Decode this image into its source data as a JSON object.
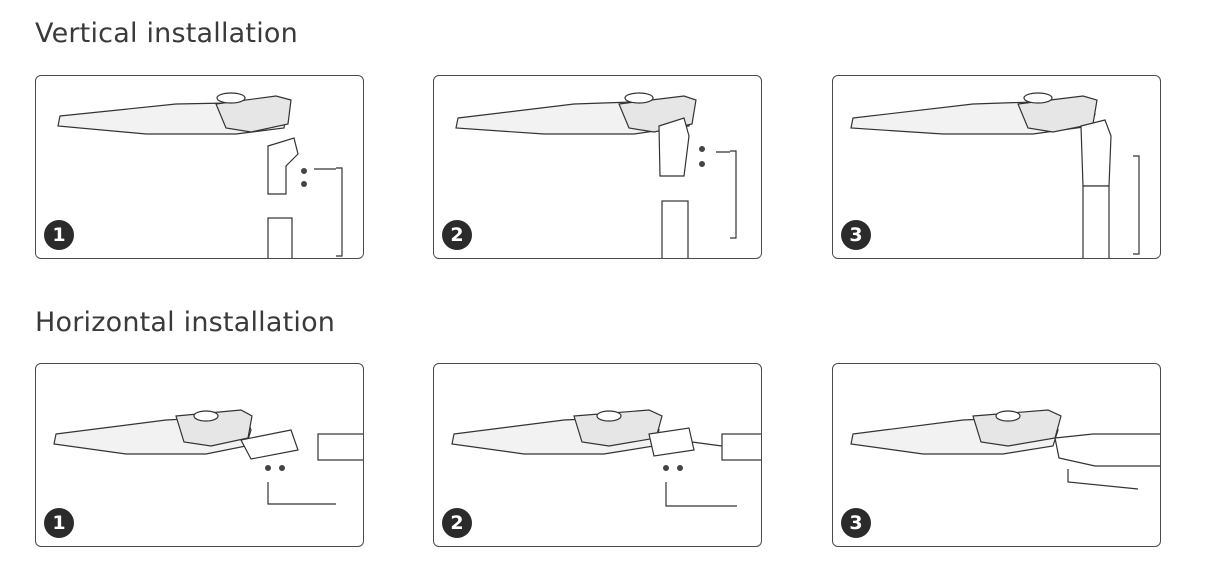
{
  "sections": [
    {
      "title": "Vertical installation",
      "steps": [
        {
          "number": "1"
        },
        {
          "number": "2"
        },
        {
          "number": "3"
        }
      ]
    },
    {
      "title": "Horizontal installation",
      "steps": [
        {
          "number": "1"
        },
        {
          "number": "2"
        },
        {
          "number": "3"
        }
      ]
    }
  ],
  "colors": {
    "line": "#333333",
    "light_fill": "#eeeeee",
    "badge": "#2b2b2b",
    "border": "#4a4a4a"
  }
}
